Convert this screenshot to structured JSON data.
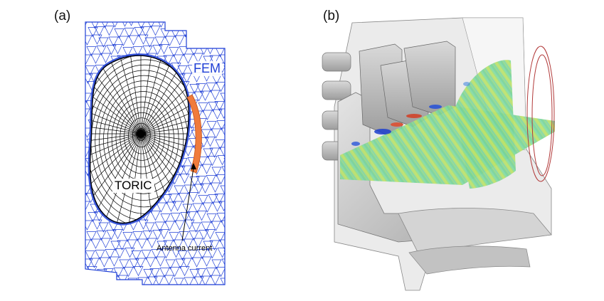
{
  "panels": {
    "a": {
      "label": "(a)"
    },
    "b": {
      "label": "(b)"
    }
  },
  "annotations": {
    "fem": "FEM",
    "toric": "TORIC",
    "antenna": "Antenna current"
  },
  "colors": {
    "mesh_blue": "#1f3fd6",
    "toric_black": "#000000",
    "antenna_orange": "#f07b3c",
    "steel_gray": "#c8c8c8",
    "wave_green": "#7fd89a",
    "coil_red": "#b23a3a"
  }
}
